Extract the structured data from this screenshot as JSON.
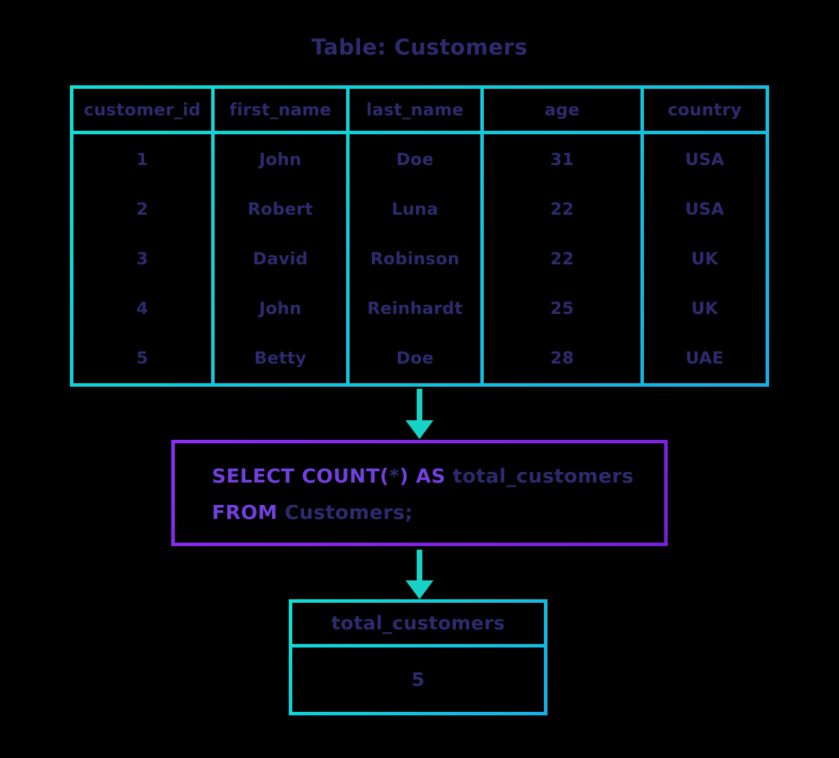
{
  "title": "Table: Customers",
  "main_table": {
    "headers": [
      "customer_id",
      "first_name",
      "last_name",
      "age",
      "country"
    ],
    "rows": [
      [
        "1",
        "John",
        "Doe",
        "31",
        "USA"
      ],
      [
        "2",
        "Robert",
        "Luna",
        "22",
        "USA"
      ],
      [
        "3",
        "David",
        "Robinson",
        "22",
        "UK"
      ],
      [
        "4",
        "John",
        "Reinhardt",
        "25",
        "UK"
      ],
      [
        "5",
        "Betty",
        "Doe",
        "28",
        "UAE"
      ]
    ]
  },
  "query": {
    "kw_select": "SELECT COUNT(",
    "star": "*",
    "kw_as": ") AS ",
    "alias": "total_customers",
    "kw_from": "FROM ",
    "table_ref": "Customers;"
  },
  "result_table": {
    "header": "total_customers",
    "value": "5"
  },
  "colors": {
    "navy": "#2d2b6e",
    "cyan": "#0be2d3",
    "cyanblue": "#18aee8",
    "arrow": "#16d3c6",
    "purple1": "#8d2cf5",
    "purple2": "#7a1fdc",
    "keyword": "#7140dd",
    "bg": "#000000"
  }
}
